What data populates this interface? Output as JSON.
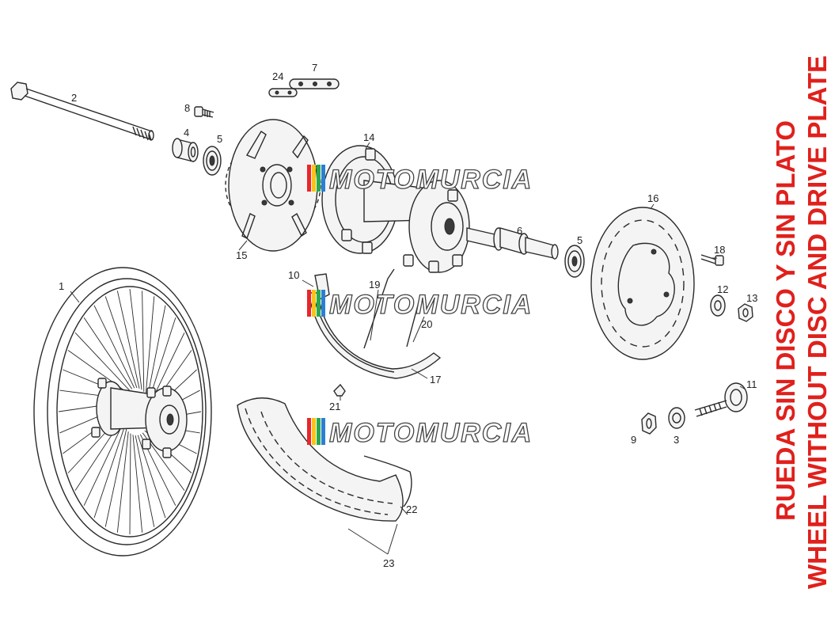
{
  "title": {
    "line1": "RUEDA SIN DISCO Y SIN PLATO",
    "line2": "WHEEL WITHOUT DISC AND DRIVE PLATE",
    "color": "#e0201c"
  },
  "watermark": {
    "text": "MOTOMURCIA",
    "stripe_colors": [
      "#e8262a",
      "#f7c31c",
      "#2aa84a",
      "#2a7fd4"
    ]
  },
  "callouts": {
    "c1": "1",
    "c2": "2",
    "c3": "3",
    "c4": "4",
    "c5a": "5",
    "c5b": "5",
    "c6": "6",
    "c7": "7",
    "c8": "8",
    "c9": "9",
    "c10": "10",
    "c11": "11",
    "c12": "12",
    "c13": "13",
    "c14": "14",
    "c15": "15",
    "c16": "16",
    "c17": "17",
    "c18": "18",
    "c19": "19",
    "c20": "20",
    "c21": "21",
    "c22": "22",
    "c23": "23",
    "c24": "24"
  }
}
